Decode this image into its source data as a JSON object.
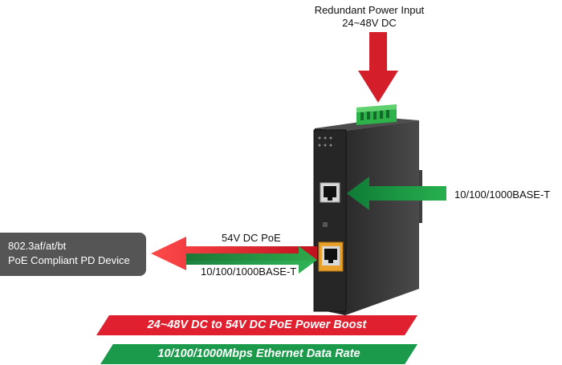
{
  "power_input": {
    "line1": "Redundant Power Input",
    "line2": "24~48V DC"
  },
  "uplink": {
    "label": "10/100/1000BASE-T"
  },
  "poe_port": {
    "poe_label": "54V DC PoE",
    "eth_label": "10/100/1000BASE-T"
  },
  "pd_device": {
    "line1": "802.3af/at/bt",
    "line2": "PoE Compliant PD Device"
  },
  "banners": {
    "power_boost": "24~48V DC to 54V DC PoE Power Boost",
    "data_rate": "10/100/1000Mbps Ethernet Data Rate"
  },
  "colors": {
    "red_arrow": "#e0202e",
    "green_arrow": "#1a9a4a",
    "terminal_green": "#2db34a"
  }
}
